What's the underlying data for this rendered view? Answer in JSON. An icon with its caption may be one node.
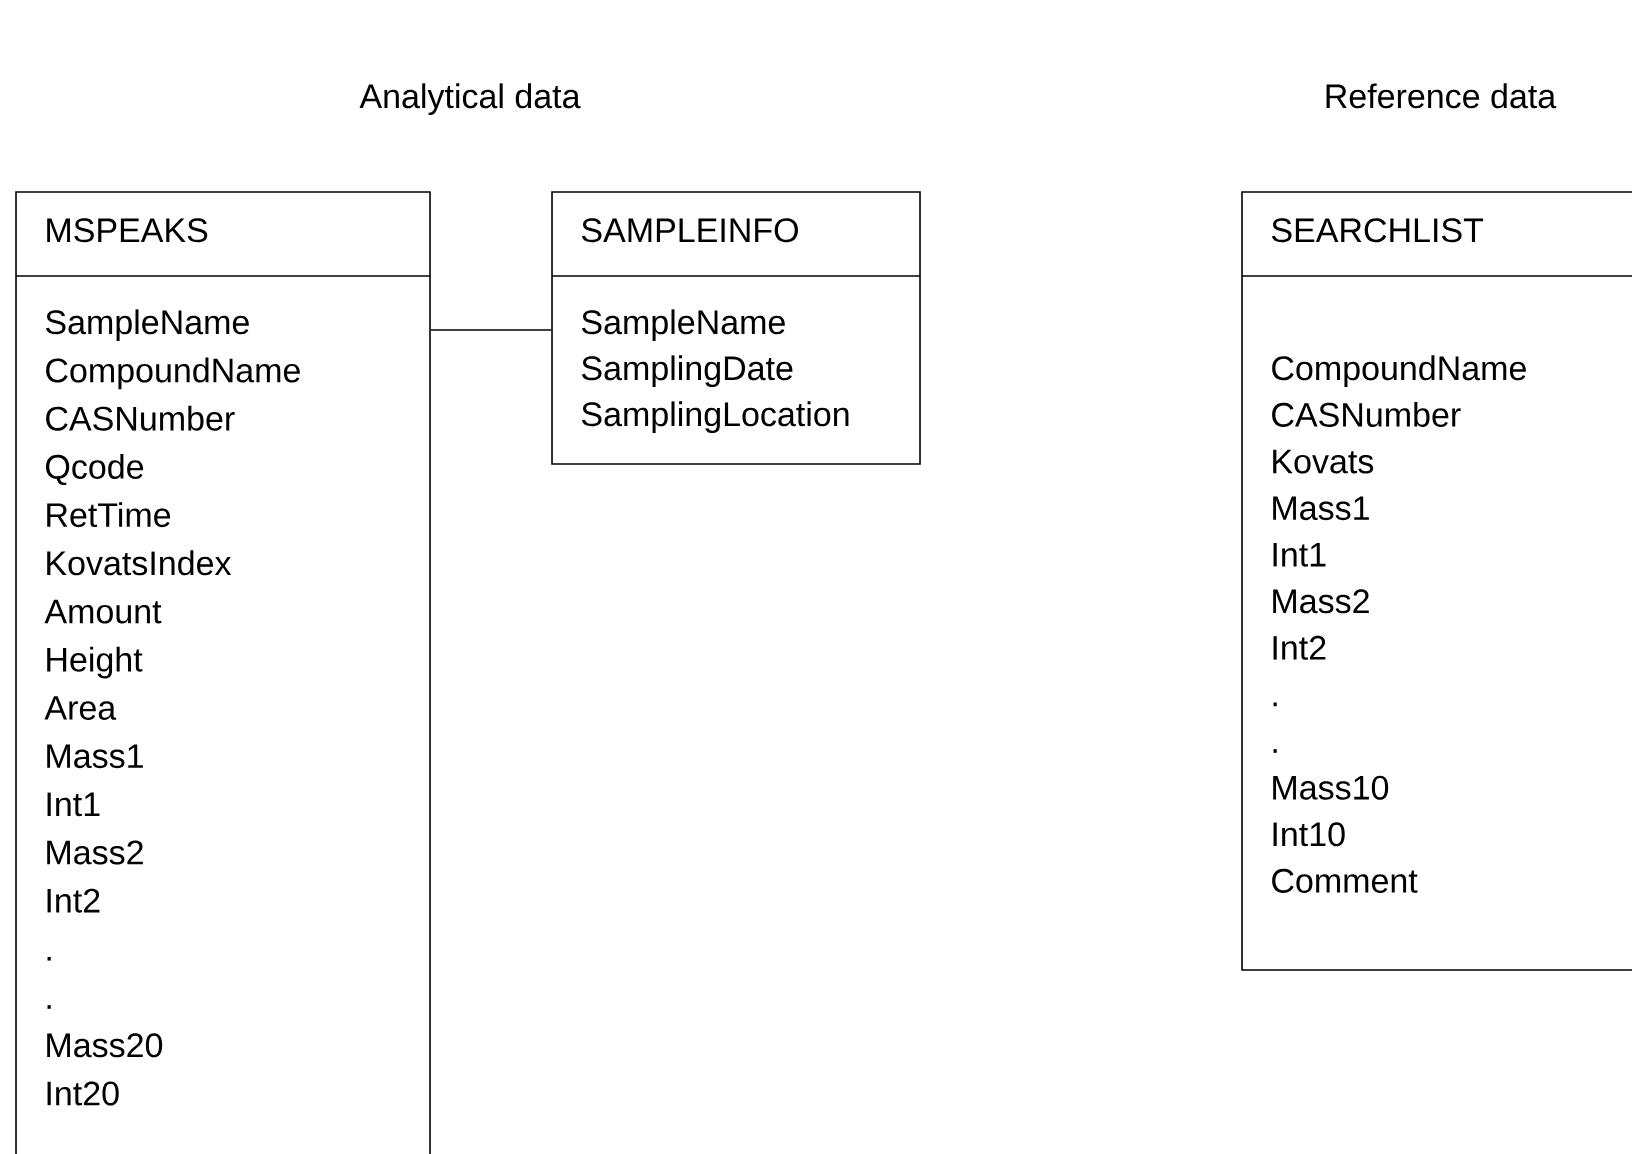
{
  "diagram": {
    "nodes": [
      {
        "text": [
          "MSPEAKS",
          "SampleName",
          "CompoundName",
          "CASNumber",
          "Qcode",
          "RetTime",
          "KovatsIndex",
          "Amount",
          "Height",
          "Area",
          "Mass1",
          "Int1",
          "Mass2",
          "Int2",
          ".",
          ".",
          "Mass20",
          "Int20"
        ]
      },
      {
        "text": [
          "SAMPLEINFO",
          "SampleName",
          "SamplingDate",
          "SamplingLocation"
        ]
      },
      {
        "text": [
          "SEARCHLIST",
          "CompoundName",
          "CASNumber",
          "Kovats",
          "Mass1",
          "Int1",
          "Mass2",
          "Int2",
          ".",
          ".",
          "Mass10",
          "Int10",
          "Comment"
        ]
      }
    ],
    "edges": [
      {
        "from": 0,
        "to": 1,
        "arrow": "none"
      }
    ],
    "labels": [
      "Analytical data",
      "Reference data"
    ]
  }
}
